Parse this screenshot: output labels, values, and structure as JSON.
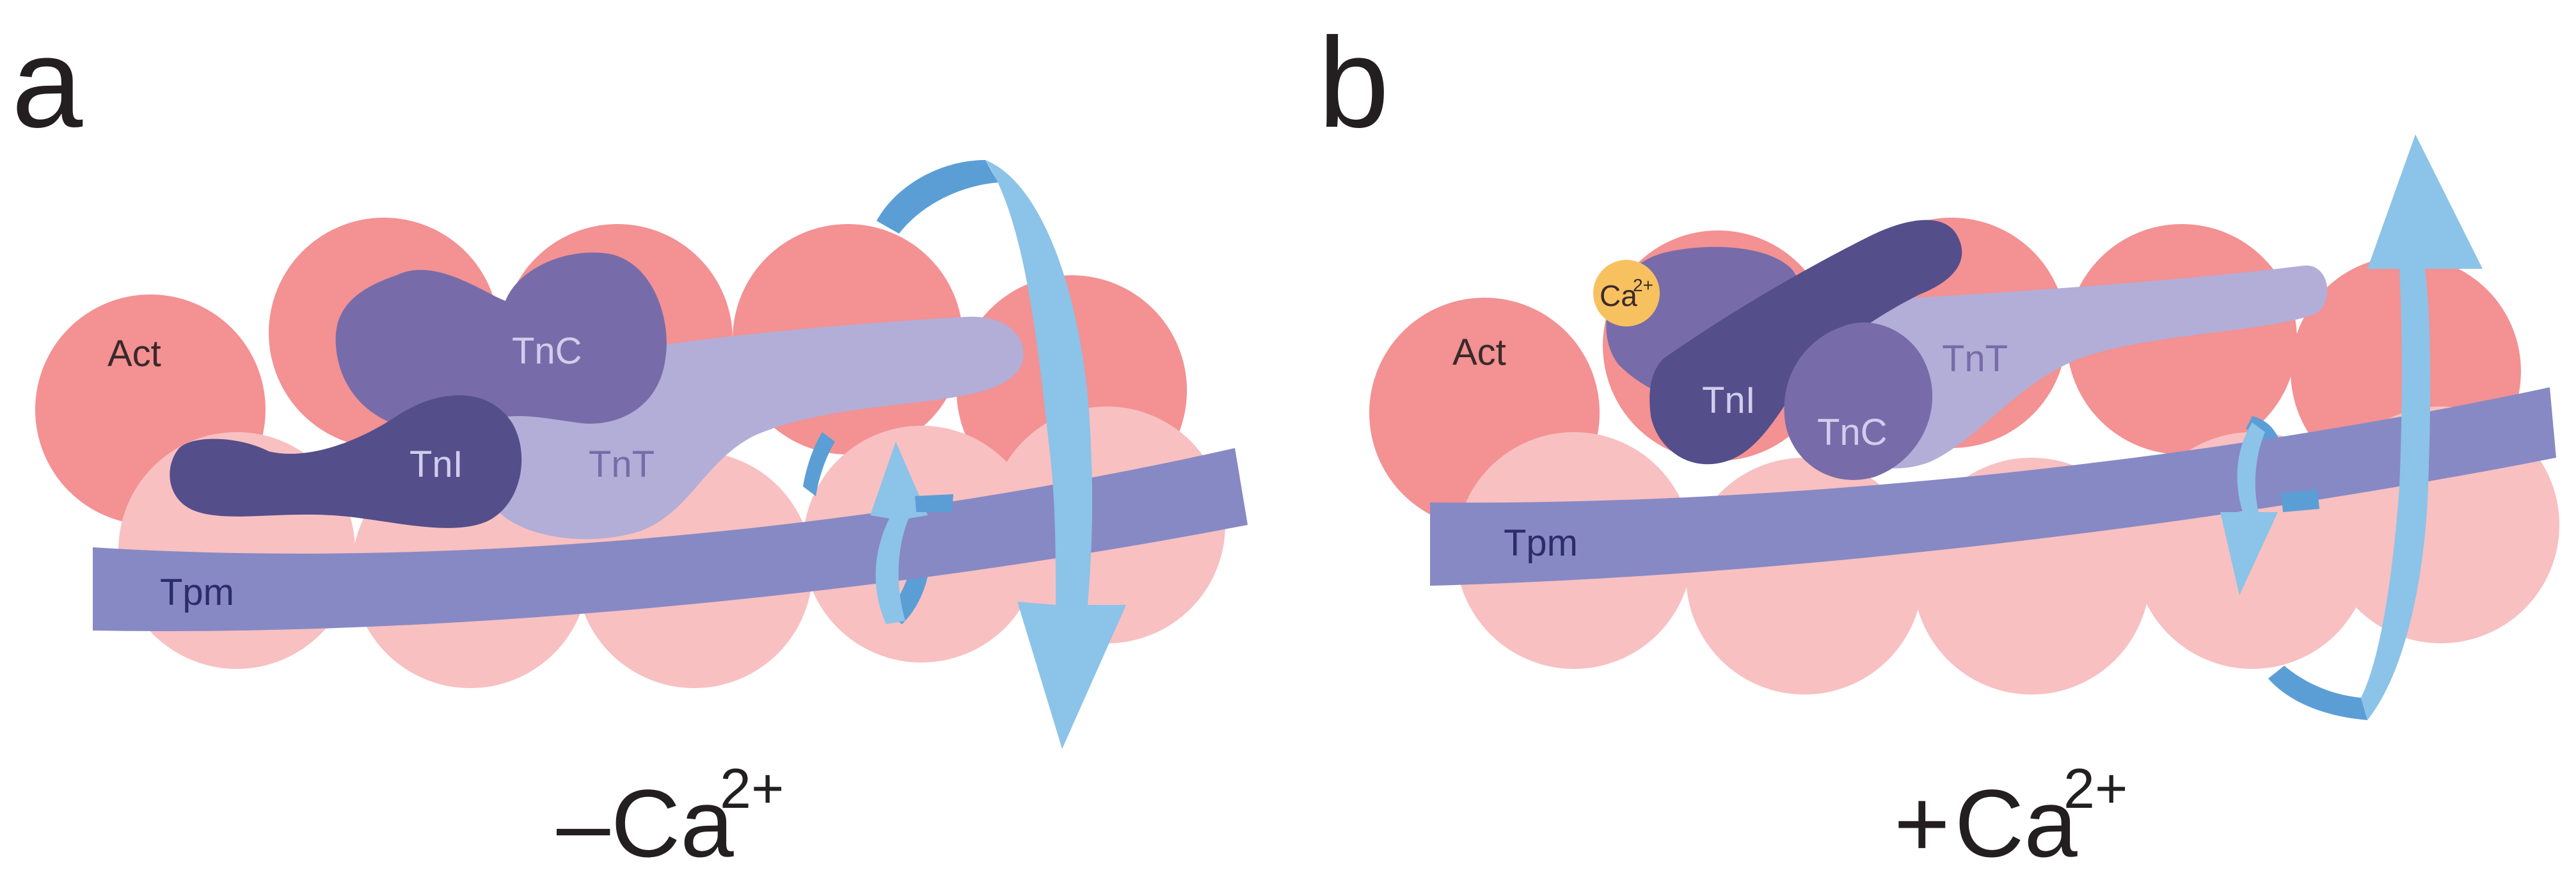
{
  "colors": {
    "actin_dark": "#f39193",
    "actin_light": "#f8c0c1",
    "tropomyosin": "#8789c4",
    "tnc": "#776ca9",
    "tni": "#544e8b",
    "tnt": "#b2aed7",
    "arrow_light": "#8cc3e8",
    "arrow_dark": "#5b9ed6",
    "calcium": "#f8c160",
    "text_dark": "#231f20",
    "label_on_red": "#3a2a2a",
    "label_on_dark": "#d2cdec",
    "label_on_tpm": "#2e2b6b"
  },
  "panels": [
    {
      "letter": "a",
      "labels": {
        "act": "Act",
        "tnc": "TnC",
        "tni": "TnI",
        "tnt": "TnT",
        "tpm": "Tpm"
      },
      "condition": {
        "sign": "–",
        "base": "Ca",
        "sup": "2+"
      }
    },
    {
      "letter": "b",
      "labels": {
        "act": "Act",
        "tnc": "TnC",
        "tni": "TnI",
        "tnt": "TnT",
        "tpm": "Tpm",
        "ca_ion": "Ca",
        "ca_ion_sup": "2+"
      },
      "condition": {
        "sign": "+",
        "base": "Ca",
        "sup": "2+"
      }
    }
  ]
}
